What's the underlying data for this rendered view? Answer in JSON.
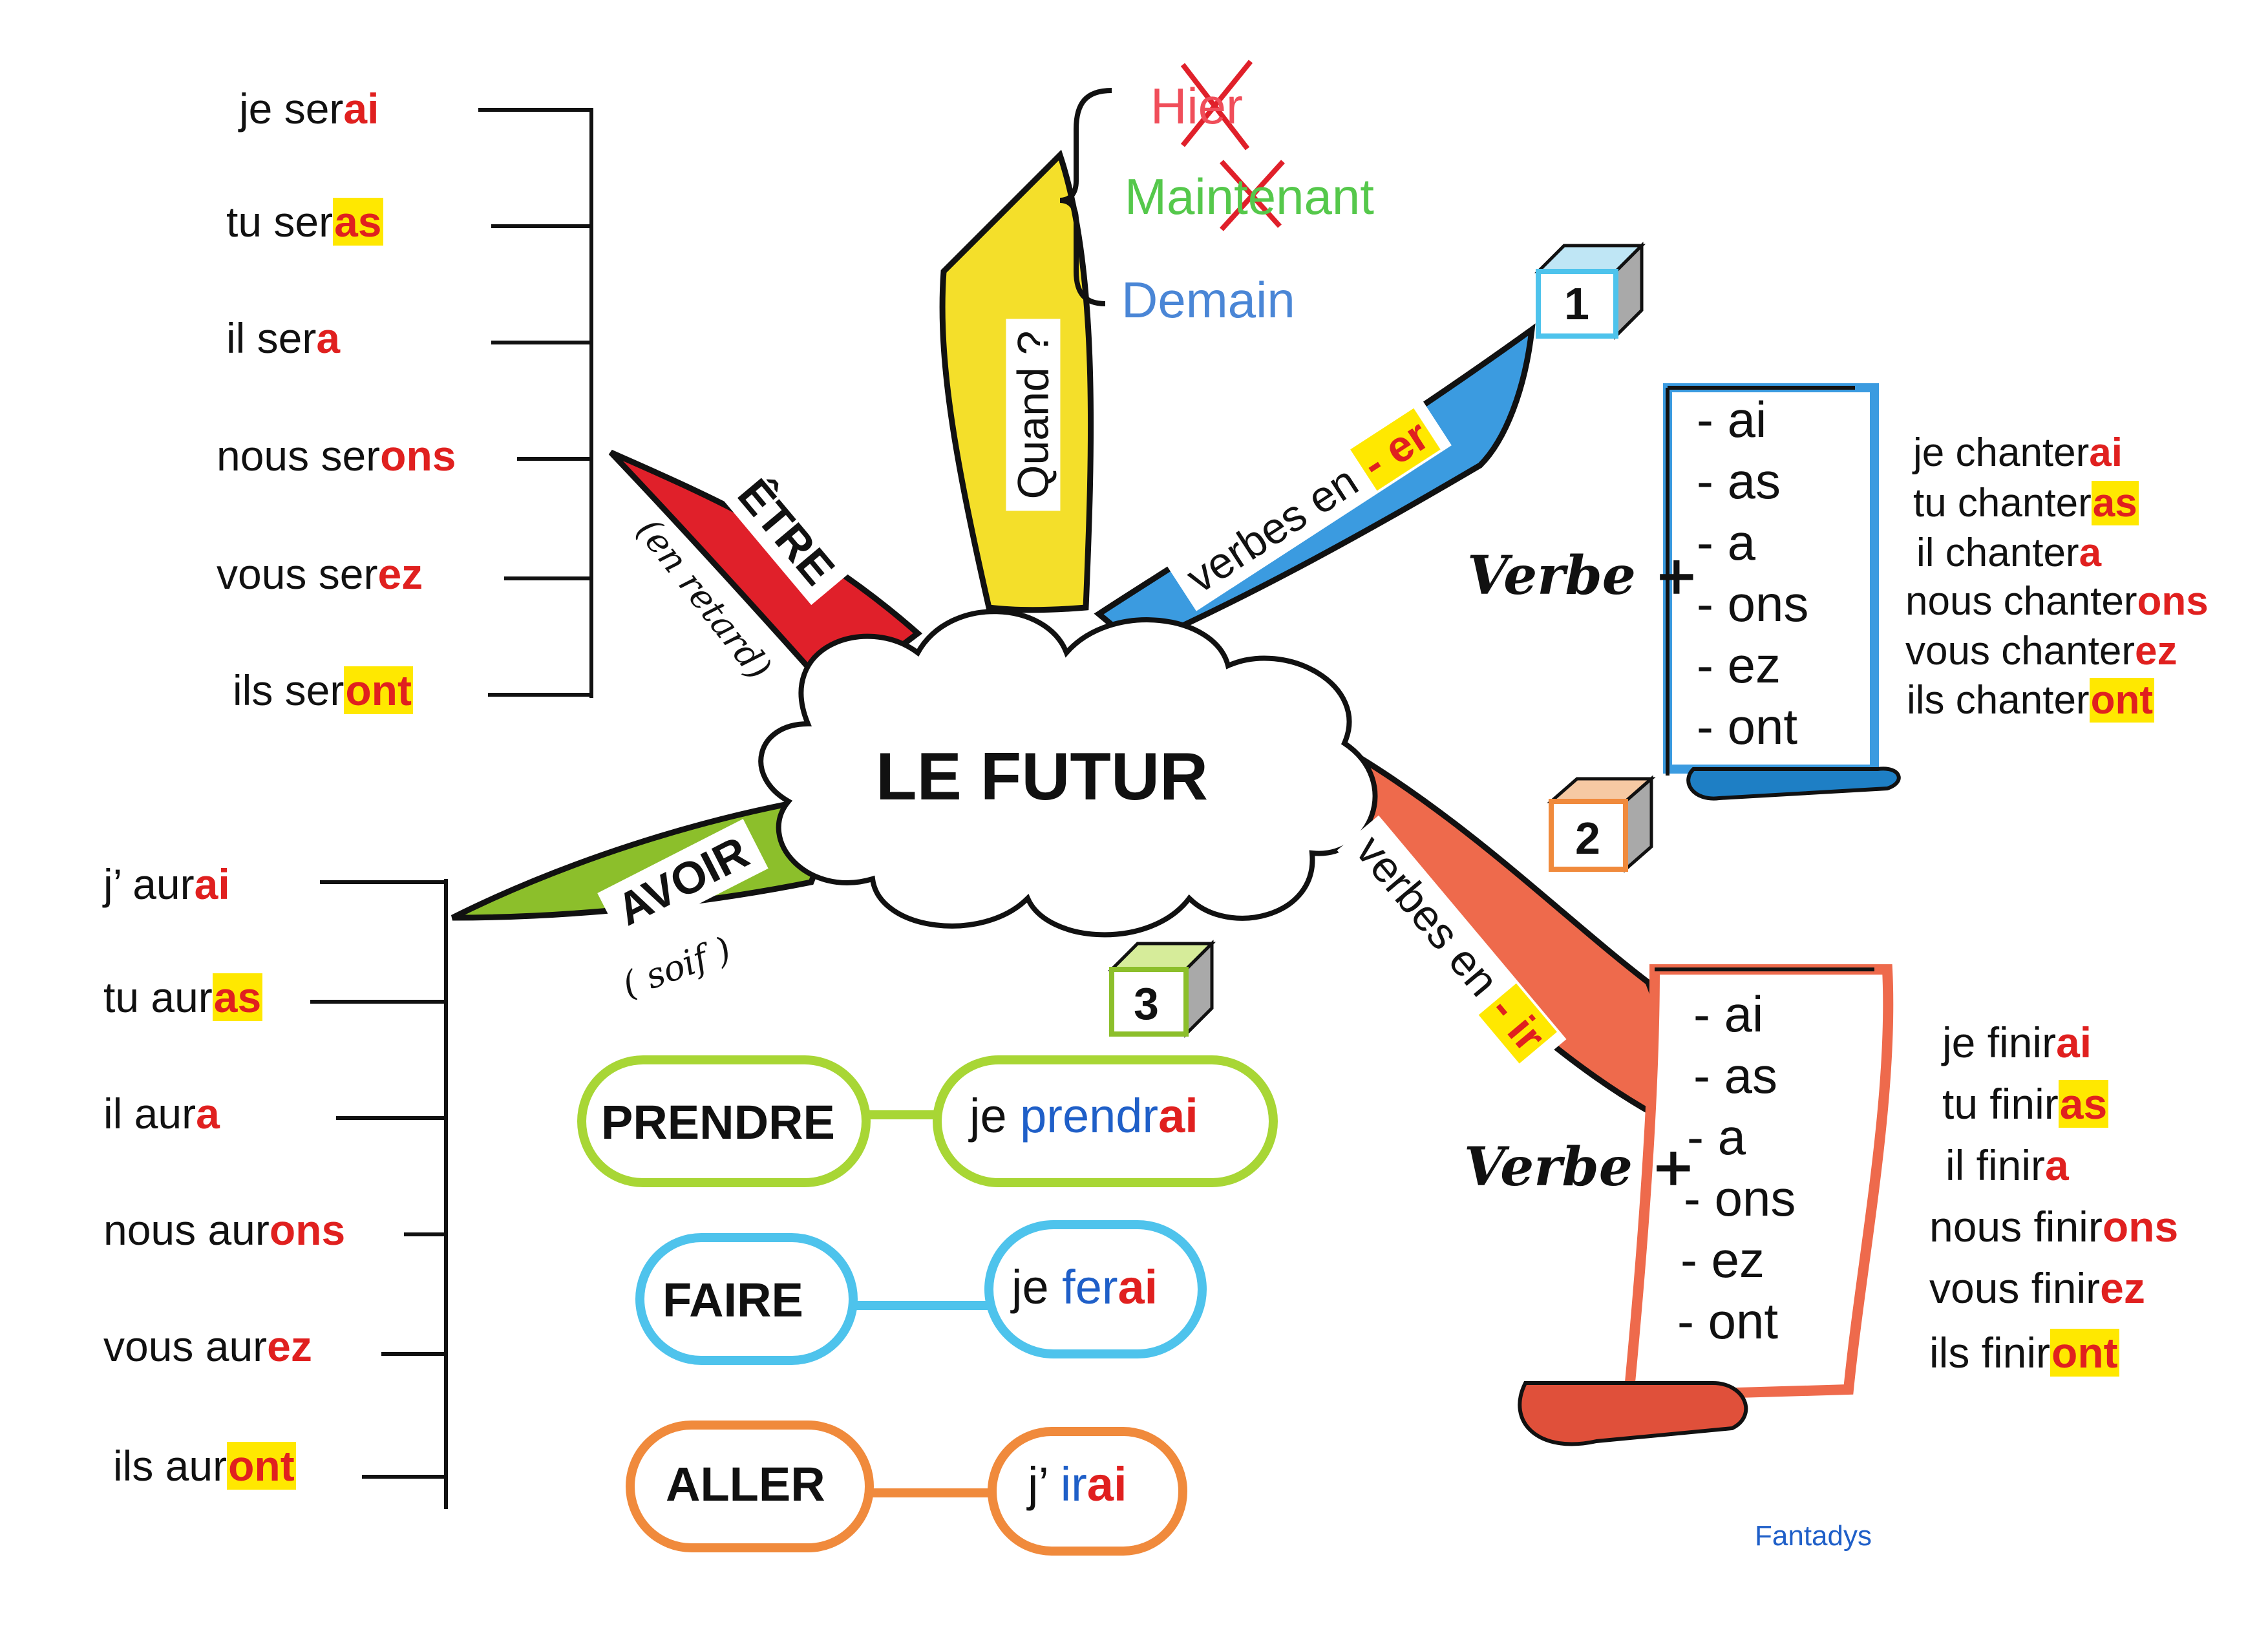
{
  "center": {
    "title": "LE  FUTUR"
  },
  "quand": {
    "label": "Quand ?",
    "words": [
      {
        "text": "Hier",
        "color": "#f04e5a",
        "crossed": true
      },
      {
        "text": "Maintenant",
        "color": "#55c84b",
        "crossed": true
      },
      {
        "text": "Demain",
        "color": "#4a86d6",
        "crossed": false
      }
    ]
  },
  "etre": {
    "label": "ÊTRE",
    "note": "(en retard)",
    "color": "#e0202a",
    "conjugation": [
      {
        "stem": "je  ser",
        "ending": "ai",
        "highlight": false
      },
      {
        "stem": "tu  ser",
        "ending": "as",
        "highlight": true
      },
      {
        "stem": "il   ser",
        "ending": "a",
        "highlight": false
      },
      {
        "stem": "nous  ser",
        "ending": "ons",
        "highlight": false
      },
      {
        "stem": "vous  ser",
        "ending": "ez",
        "highlight": false
      },
      {
        "stem": "ils   ser",
        "ending": "ont",
        "highlight": true
      }
    ]
  },
  "avoir": {
    "label": "AVOIR",
    "note": "( soif )",
    "color": "#8cbf2b",
    "conjugation": [
      {
        "stem": "j’ aur",
        "ending": "ai",
        "highlight": false
      },
      {
        "stem": "tu  aur",
        "ending": "as",
        "highlight": true
      },
      {
        "stem": "il   aur",
        "ending": "a",
        "highlight": false
      },
      {
        "stem": "nous  aur",
        "ending": "ons",
        "highlight": false
      },
      {
        "stem": "vous  aur",
        "ending": "ez",
        "highlight": false
      },
      {
        "stem": "ils   aur",
        "ending": "ont",
        "highlight": true
      }
    ]
  },
  "er_group": {
    "number": "1",
    "label_prefix": "verbes  en",
    "label_suffix": "- er",
    "color": "#3b9be0",
    "verbe_plus": "Verbe +",
    "endings": [
      "-  ai",
      "-  as",
      "-  a",
      "-  ons",
      "-  ez",
      "-  ont"
    ],
    "conjugation": [
      {
        "stem": "je chanter",
        "ending": "ai",
        "highlight": false
      },
      {
        "stem": "tu  chanter",
        "ending": "as",
        "highlight": true
      },
      {
        "stem": "il   chanter",
        "ending": "a",
        "highlight": false
      },
      {
        "stem": "nous  chanter",
        "ending": "ons",
        "highlight": false
      },
      {
        "stem": "vous  chanter",
        "ending": "ez",
        "highlight": false
      },
      {
        "stem": "ils   chanter",
        "ending": "ont",
        "highlight": true
      }
    ]
  },
  "ir_group": {
    "number": "2",
    "label_prefix": "verbes  en",
    "label_suffix": "- ir",
    "color": "#ee6a4c",
    "verbe_plus": "Verbe +",
    "endings": [
      "-  ai",
      "-  as",
      "-  a",
      "-  ons",
      "-  ez",
      "-  ont"
    ],
    "conjugation": [
      {
        "stem": "je finir",
        "ending": "ai",
        "highlight": false
      },
      {
        "stem": "tu  finir",
        "ending": "as",
        "highlight": true
      },
      {
        "stem": "il   finir",
        "ending": "a",
        "highlight": false
      },
      {
        "stem": "nous  finir",
        "ending": "ons",
        "highlight": false
      },
      {
        "stem": "vous  finir",
        "ending": "ez",
        "highlight": false
      },
      {
        "stem": "ils   finir",
        "ending": "ont",
        "highlight": true
      }
    ]
  },
  "irregular": {
    "number": "3",
    "verbs": [
      {
        "infinitive": "PRENDRE",
        "pronoun": "je  ",
        "stem": "prendr",
        "ending": "ai",
        "color": "#a8d635"
      },
      {
        "infinitive": "FAIRE",
        "pronoun": "je  ",
        "stem": "fer",
        "ending": "ai",
        "color": "#4ec3ec"
      },
      {
        "infinitive": "ALLER",
        "pronoun": "j’ ",
        "stem": "ir",
        "ending": "ai",
        "color": "#f08a3c"
      }
    ]
  },
  "credit": "Fantadys",
  "colors": {
    "ending_red": "#e0201f",
    "highlight_yellow": "#ffe800",
    "stem_blue": "#1f5fc8"
  }
}
